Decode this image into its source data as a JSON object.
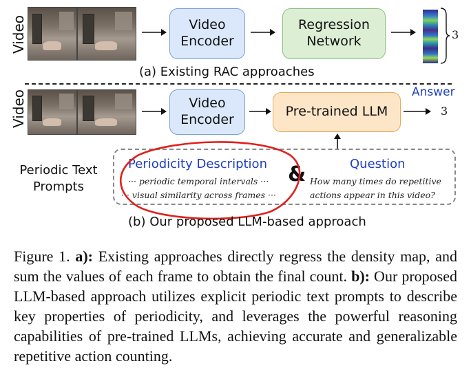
{
  "diagram": {
    "top": {
      "video_label": "Video",
      "encoder_label": "Video\nEncoder",
      "regressor_label": "Regression\nNetwork",
      "count": "3",
      "section_caption": "(a) Existing RAC  approaches"
    },
    "bottom": {
      "video_label": "Video",
      "encoder_label": "Video\nEncoder",
      "llm_label": "Pre-trained LLM",
      "answer_label": "Answer",
      "count": "3",
      "prompt_label": "Periodic Text\nPrompts",
      "periodicity_title": "Periodicity Description",
      "periodicity_line1": "··· periodic temporal intervals ···",
      "periodicity_line2": "··· visual similarity across frames ···",
      "ampersand": "&",
      "question_title": "Question",
      "question_line1": "How many times do repetitive",
      "question_line2": "actions appear in this video?",
      "section_caption": "(b) Our proposed LLM-based approach"
    },
    "colors": {
      "encoder_fill": "#dbe8fb",
      "regressor_fill": "#dcefd5",
      "llm_fill": "#fde6c8",
      "accent_blue": "#1f3fbf",
      "highlight_red": "#e0201c"
    }
  },
  "caption": {
    "label": "Figure 1.",
    "a_label": "a):",
    "a_text": " Existing approaches directly regress the density map, and sum the values of each frame to obtain the final count. ",
    "b_label": "b):",
    "b_text": " Our proposed LLM-based approach utilizes explicit periodic text prompts to describe key properties of periodicity, and leverages the powerful reasoning capabilities of pre-trained LLMs, achieving accurate and generalizable repetitive action counting."
  }
}
